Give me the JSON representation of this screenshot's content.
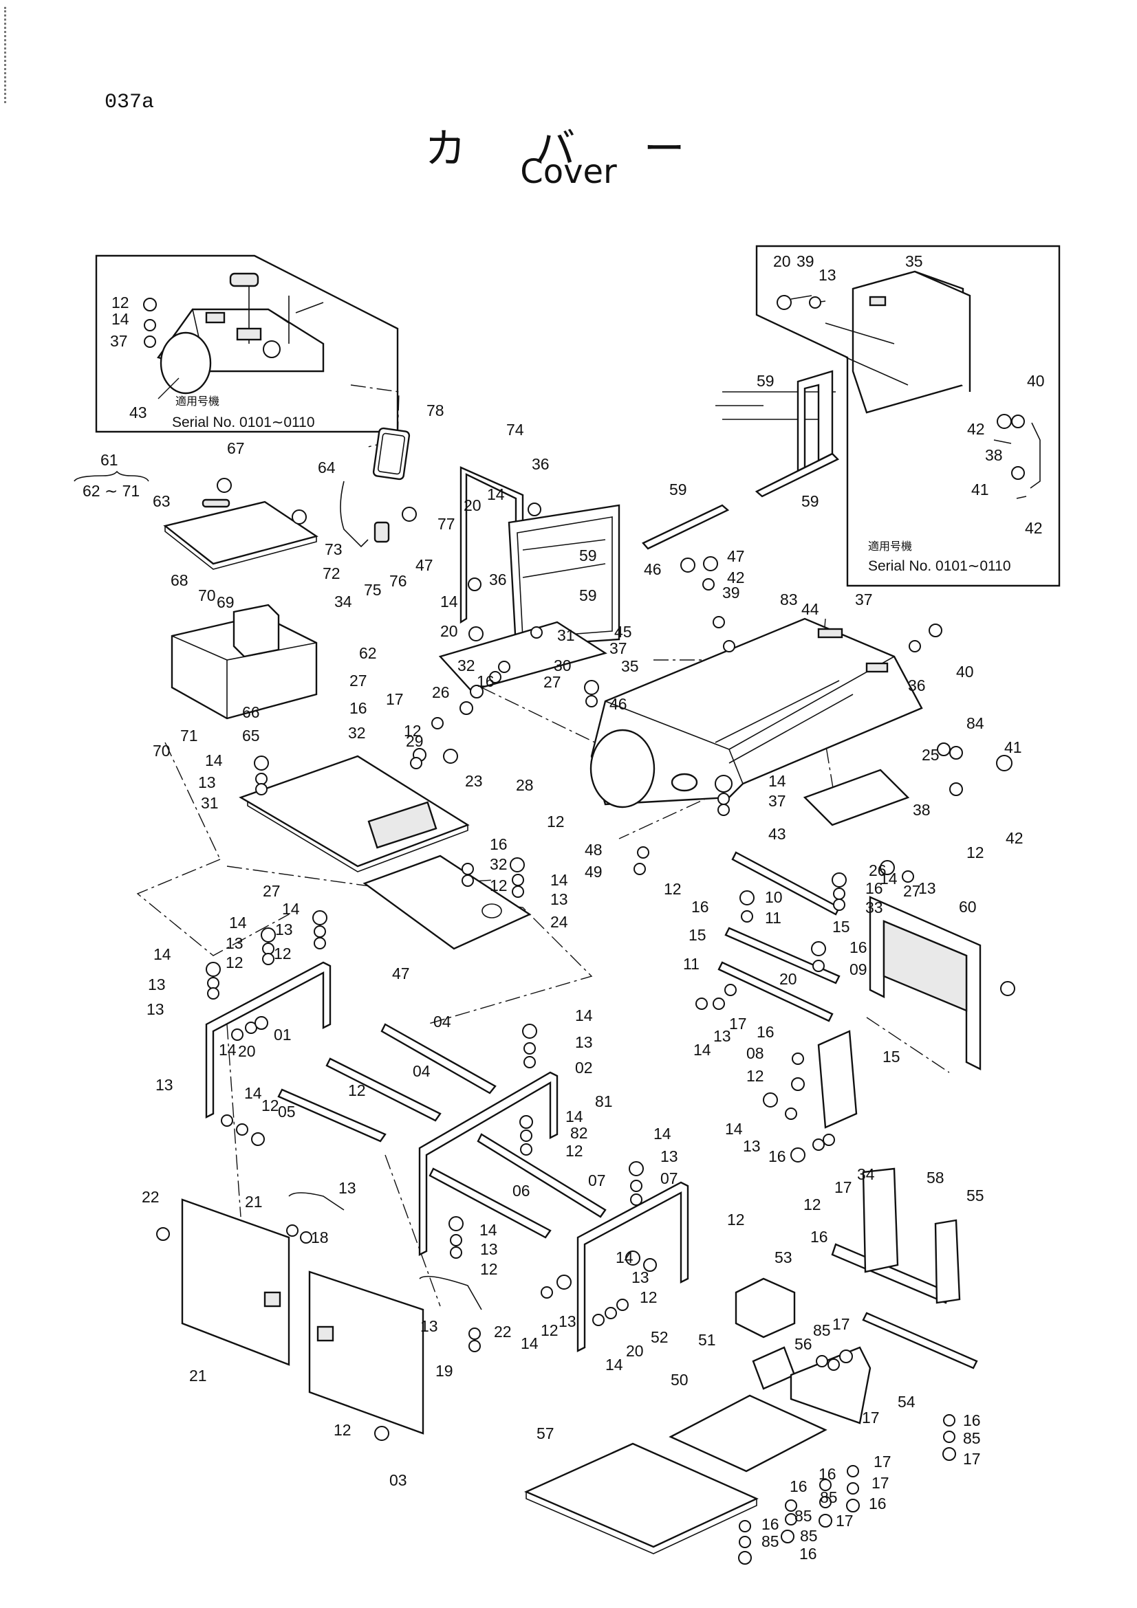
{
  "page_code": "037a",
  "title_jp": "カ バ ー",
  "title_en": "Cover",
  "inset_left": {
    "note_jp": "適用号機",
    "serial": "Serial No. 0101∼0110",
    "labels": [
      "12",
      "14",
      "37",
      "43"
    ]
  },
  "inset_right": {
    "note_jp": "適用号機",
    "serial": "Serial No. 0101∼0110",
    "labels": [
      "20",
      "39",
      "13",
      "35",
      "40",
      "42",
      "38",
      "41",
      "42"
    ]
  },
  "assembly_note": {
    "parent": "61",
    "range": "62 ∼ 71"
  },
  "callouts": [
    {
      "id": "c78",
      "text": "78"
    },
    {
      "id": "c74",
      "text": "74"
    },
    {
      "id": "c36a",
      "text": "36"
    },
    {
      "id": "c20a",
      "text": "20"
    },
    {
      "id": "c14a",
      "text": "14"
    },
    {
      "id": "c59a",
      "text": "59"
    },
    {
      "id": "c36b",
      "text": "36"
    },
    {
      "id": "c59b",
      "text": "59"
    },
    {
      "id": "c59c",
      "text": "59"
    },
    {
      "id": "c59d",
      "text": "59"
    },
    {
      "id": "c59e",
      "text": "59"
    },
    {
      "id": "c67",
      "text": "67"
    },
    {
      "id": "c64",
      "text": "64"
    },
    {
      "id": "c63",
      "text": "63"
    },
    {
      "id": "c77",
      "text": "77"
    },
    {
      "id": "c47a",
      "text": "47"
    },
    {
      "id": "c76",
      "text": "76"
    },
    {
      "id": "c75",
      "text": "75"
    },
    {
      "id": "c73",
      "text": "73"
    },
    {
      "id": "c72",
      "text": "72"
    },
    {
      "id": "c34a",
      "text": "34"
    },
    {
      "id": "c68",
      "text": "68"
    },
    {
      "id": "c70a",
      "text": "70"
    },
    {
      "id": "c69",
      "text": "69"
    },
    {
      "id": "c62",
      "text": "62"
    },
    {
      "id": "c27a",
      "text": "27"
    },
    {
      "id": "c16a",
      "text": "16"
    },
    {
      "id": "c66",
      "text": "66"
    },
    {
      "id": "c65",
      "text": "65"
    },
    {
      "id": "c32a",
      "text": "32"
    },
    {
      "id": "c70b",
      "text": "70"
    },
    {
      "id": "c71",
      "text": "71"
    },
    {
      "id": "c14b",
      "text": "14"
    },
    {
      "id": "c20b",
      "text": "20"
    },
    {
      "id": "c31a",
      "text": "31"
    },
    {
      "id": "c30",
      "text": "30"
    },
    {
      "id": "c27b",
      "text": "27"
    },
    {
      "id": "c32b",
      "text": "32"
    },
    {
      "id": "c16b",
      "text": "16"
    },
    {
      "id": "c26a",
      "text": "26"
    },
    {
      "id": "c17a",
      "text": "17"
    },
    {
      "id": "c29",
      "text": "29"
    },
    {
      "id": "c28",
      "text": "28"
    },
    {
      "id": "c12a",
      "text": "12"
    },
    {
      "id": "c37a",
      "text": "37"
    },
    {
      "id": "c46a",
      "text": "46"
    },
    {
      "id": "c46b",
      "text": "46"
    },
    {
      "id": "c47b",
      "text": "47"
    },
    {
      "id": "c42a",
      "text": "42"
    },
    {
      "id": "c39a",
      "text": "39"
    },
    {
      "id": "c83",
      "text": "83"
    },
    {
      "id": "c44",
      "text": "44"
    },
    {
      "id": "c45",
      "text": "45"
    },
    {
      "id": "c35a",
      "text": "35"
    },
    {
      "id": "c37b",
      "text": "37"
    },
    {
      "id": "c36c",
      "text": "36"
    },
    {
      "id": "c40a",
      "text": "40"
    },
    {
      "id": "c84",
      "text": "84"
    },
    {
      "id": "c41a",
      "text": "41"
    },
    {
      "id": "c25",
      "text": "25"
    },
    {
      "id": "c38a",
      "text": "38"
    },
    {
      "id": "c42b",
      "text": "42"
    },
    {
      "id": "c12b",
      "text": "12"
    },
    {
      "id": "c14c",
      "text": "14"
    },
    {
      "id": "c37c",
      "text": "37"
    },
    {
      "id": "c43a",
      "text": "43"
    },
    {
      "id": "c12c",
      "text": "12"
    },
    {
      "id": "c14d",
      "text": "14"
    },
    {
      "id": "c13a",
      "text": "13"
    },
    {
      "id": "c31b",
      "text": "31"
    },
    {
      "id": "c23",
      "text": "23"
    },
    {
      "id": "c27c",
      "text": "27"
    },
    {
      "id": "c16c",
      "text": "16"
    },
    {
      "id": "c32c",
      "text": "32"
    },
    {
      "id": "c12d",
      "text": "12"
    },
    {
      "id": "c14e",
      "text": "14"
    },
    {
      "id": "c13b",
      "text": "13"
    },
    {
      "id": "c24",
      "text": "24"
    },
    {
      "id": "c47c",
      "text": "47"
    },
    {
      "id": "c48",
      "text": "48"
    },
    {
      "id": "c49",
      "text": "49"
    },
    {
      "id": "c12e",
      "text": "12"
    },
    {
      "id": "c26b",
      "text": "26"
    },
    {
      "id": "c14f",
      "text": "14"
    },
    {
      "id": "c16d",
      "text": "16"
    },
    {
      "id": "c27d",
      "text": "27"
    },
    {
      "id": "c13c",
      "text": "13"
    },
    {
      "id": "c33",
      "text": "33"
    },
    {
      "id": "c60",
      "text": "60"
    },
    {
      "id": "c15a",
      "text": "15"
    },
    {
      "id": "c10",
      "text": "10"
    },
    {
      "id": "c16e",
      "text": "16"
    },
    {
      "id": "c11a",
      "text": "11"
    },
    {
      "id": "c15b",
      "text": "15"
    },
    {
      "id": "c16f",
      "text": "16"
    },
    {
      "id": "c09",
      "text": "09"
    },
    {
      "id": "c11b",
      "text": "11"
    },
    {
      "id": "c20c",
      "text": "20"
    },
    {
      "id": "c14g",
      "text": "14"
    },
    {
      "id": "c13d",
      "text": "13"
    },
    {
      "id": "c17b",
      "text": "17"
    },
    {
      "id": "c16g",
      "text": "16"
    },
    {
      "id": "c08",
      "text": "08"
    },
    {
      "id": "c15c",
      "text": "15"
    },
    {
      "id": "c12f",
      "text": "12"
    },
    {
      "id": "c14h",
      "text": "14"
    },
    {
      "id": "c13e",
      "text": "13"
    },
    {
      "id": "c16h",
      "text": "16"
    },
    {
      "id": "c17c",
      "text": "17"
    },
    {
      "id": "c34b",
      "text": "34"
    },
    {
      "id": "c12g",
      "text": "12"
    },
    {
      "id": "c14i",
      "text": "14"
    },
    {
      "id": "c13f",
      "text": "13"
    },
    {
      "id": "c12h",
      "text": "12"
    },
    {
      "id": "c14j",
      "text": "14"
    },
    {
      "id": "c13g",
      "text": "13"
    },
    {
      "id": "c12i",
      "text": "12"
    },
    {
      "id": "c14k",
      "text": "14"
    },
    {
      "id": "c13h",
      "text": "13"
    },
    {
      "id": "c13i",
      "text": "13"
    },
    {
      "id": "c14l",
      "text": "14"
    },
    {
      "id": "c20d",
      "text": "20"
    },
    {
      "id": "c01",
      "text": "01"
    },
    {
      "id": "c13j",
      "text": "13"
    },
    {
      "id": "c14m",
      "text": "14"
    },
    {
      "id": "c12j",
      "text": "12"
    },
    {
      "id": "c05",
      "text": "05"
    },
    {
      "id": "c04a",
      "text": "04"
    },
    {
      "id": "c04b",
      "text": "04"
    },
    {
      "id": "c12k",
      "text": "12"
    },
    {
      "id": "c14n",
      "text": "14"
    },
    {
      "id": "c13k",
      "text": "13"
    },
    {
      "id": "c02",
      "text": "02"
    },
    {
      "id": "c81",
      "text": "81"
    },
    {
      "id": "c14o",
      "text": "14"
    },
    {
      "id": "c82",
      "text": "82"
    },
    {
      "id": "c12l",
      "text": "12"
    },
    {
      "id": "c14p",
      "text": "14"
    },
    {
      "id": "c13l",
      "text": "13"
    },
    {
      "id": "c07a",
      "text": "07"
    },
    {
      "id": "c07b",
      "text": "07"
    },
    {
      "id": "c06",
      "text": "06"
    },
    {
      "id": "c12m",
      "text": "12"
    },
    {
      "id": "c14q",
      "text": "14"
    },
    {
      "id": "c13m",
      "text": "13"
    },
    {
      "id": "c12n",
      "text": "12"
    },
    {
      "id": "c14r",
      "text": "14"
    },
    {
      "id": "c13n",
      "text": "13"
    },
    {
      "id": "c12o",
      "text": "12"
    },
    {
      "id": "c22a",
      "text": "22"
    },
    {
      "id": "c21a",
      "text": "21"
    },
    {
      "id": "c13o",
      "text": "13"
    },
    {
      "id": "c18",
      "text": "18"
    },
    {
      "id": "c21b",
      "text": "21"
    },
    {
      "id": "c13p",
      "text": "13"
    },
    {
      "id": "c22b",
      "text": "22"
    },
    {
      "id": "c19",
      "text": "19"
    },
    {
      "id": "c12p",
      "text": "12"
    },
    {
      "id": "c03",
      "text": "03"
    },
    {
      "id": "c14s",
      "text": "14"
    },
    {
      "id": "c12q",
      "text": "12"
    },
    {
      "id": "c13q",
      "text": "13"
    },
    {
      "id": "c14t",
      "text": "14"
    },
    {
      "id": "c20e",
      "text": "20"
    },
    {
      "id": "c52",
      "text": "52"
    },
    {
      "id": "c53",
      "text": "53"
    },
    {
      "id": "c51",
      "text": "51"
    },
    {
      "id": "c50",
      "text": "50"
    },
    {
      "id": "c57",
      "text": "57"
    },
    {
      "id": "c58",
      "text": "58"
    },
    {
      "id": "c55",
      "text": "55"
    },
    {
      "id": "c16i",
      "text": "16"
    },
    {
      "id": "c85a",
      "text": "85"
    },
    {
      "id": "c17d",
      "text": "17"
    },
    {
      "id": "c56",
      "text": "56"
    },
    {
      "id": "c54",
      "text": "54"
    },
    {
      "id": "c17e",
      "text": "17"
    },
    {
      "id": "c16j",
      "text": "16"
    },
    {
      "id": "c85b",
      "text": "85"
    },
    {
      "id": "c17f",
      "text": "17"
    },
    {
      "id": "c17g",
      "text": "17"
    },
    {
      "id": "c16k",
      "text": "16"
    },
    {
      "id": "c17h",
      "text": "17"
    },
    {
      "id": "c16l",
      "text": "16"
    },
    {
      "id": "c85c",
      "text": "85"
    },
    {
      "id": "c16m",
      "text": "16"
    },
    {
      "id": "c85d",
      "text": "85"
    },
    {
      "id": "c17i",
      "text": "17"
    },
    {
      "id": "c16n",
      "text": "16"
    },
    {
      "id": "c85e",
      "text": "85"
    },
    {
      "id": "c16o",
      "text": "16"
    },
    {
      "id": "c85f",
      "text": "85"
    }
  ]
}
